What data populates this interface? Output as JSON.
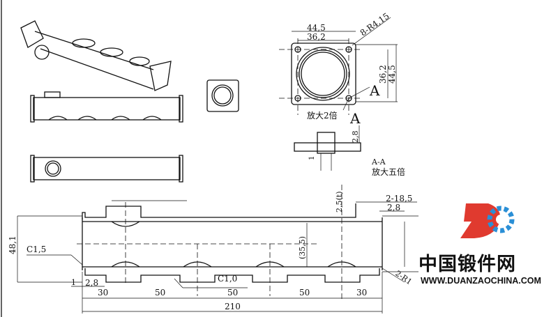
{
  "top_view": {
    "width_outer": "44,5",
    "width_inner": "36,2",
    "hole_label": "8-R4,15",
    "height_inner": "36,2",
    "height_outer": "44,5",
    "section_mark": "A",
    "detail_mark": "A",
    "detail_note": "放大2倍"
  },
  "section": {
    "dim": "2,8",
    "dim_small": "1",
    "title": "A-A",
    "note": "放大五倍"
  },
  "main_view": {
    "chamfer_left": "C1,5",
    "chamfer_mid": "C1,0",
    "height": "48,1",
    "inner": "(35,5)",
    "thickness": "2,5(t)",
    "flange": "2-18,5",
    "flange_thk": "2,8",
    "radius": "2-R1",
    "lip": "1",
    "lip_thk": "2,8",
    "spacing": [
      "30",
      "50",
      "50",
      "50",
      "30"
    ],
    "total": "210"
  },
  "logo": {
    "name": "中国锻件网",
    "url": "WWW.DUANZAOCHINA.COM",
    "colors": {
      "red": "#e03a2f",
      "blue": "#2a8fd6"
    }
  }
}
